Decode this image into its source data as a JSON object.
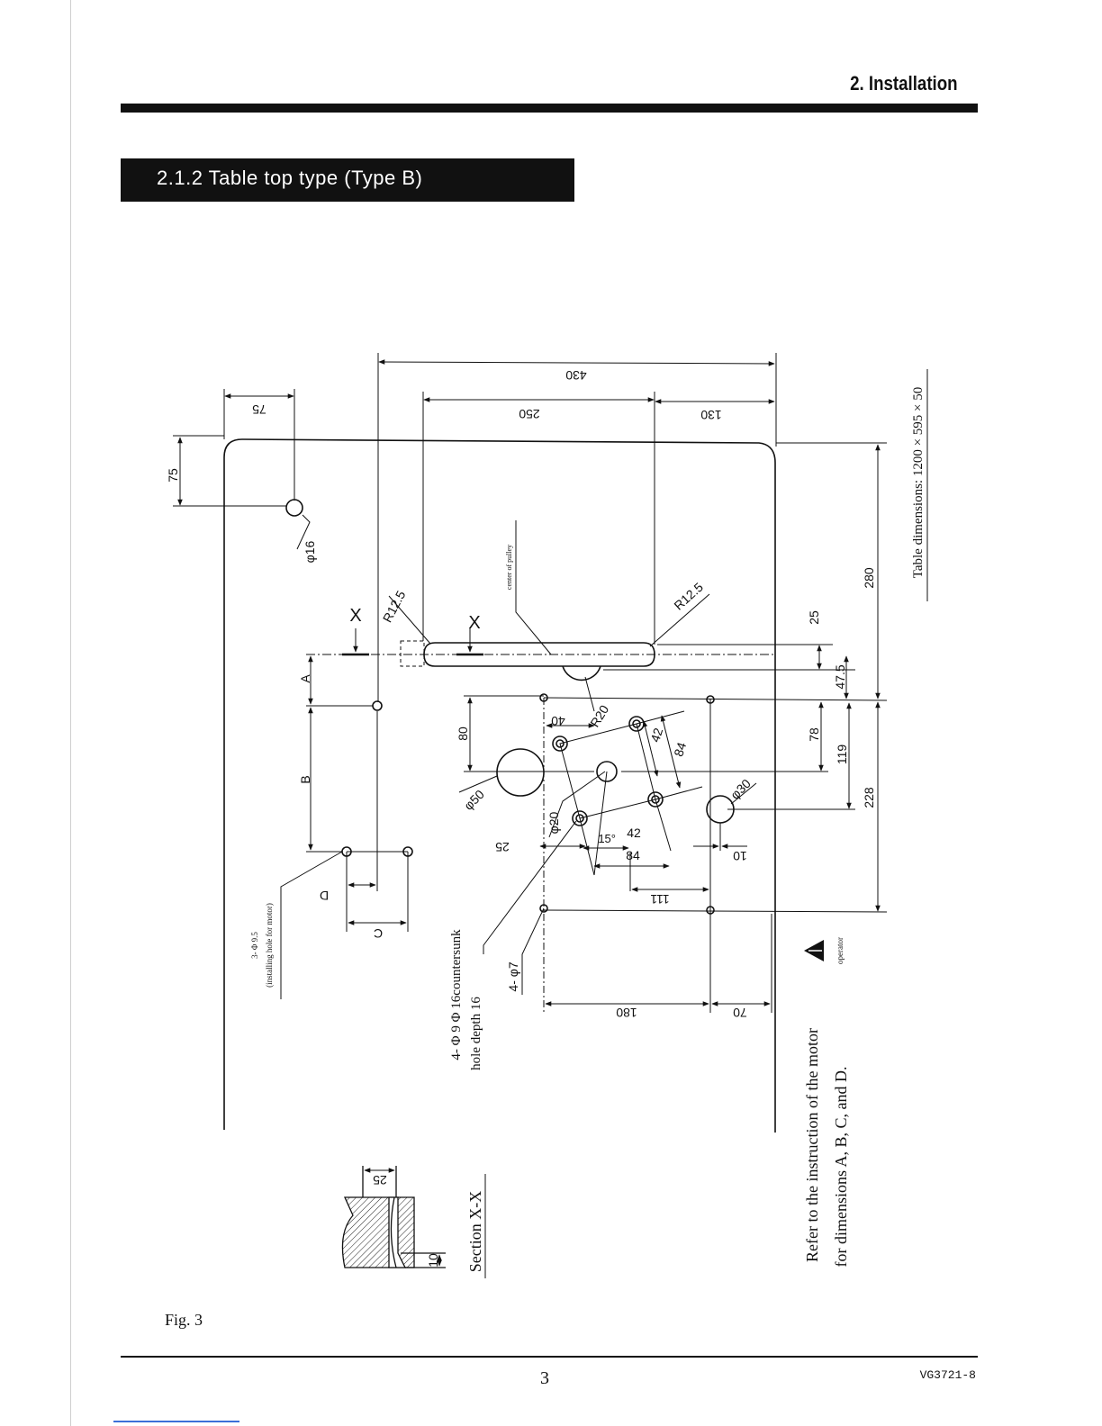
{
  "header": {
    "chapter_title": "2. Installation"
  },
  "section": {
    "title": "2.1.2 Table top type (Type B)"
  },
  "drawing": {
    "dims": {
      "d430": "430",
      "d250": "250",
      "d130": "130",
      "d75a": "75",
      "d75b": "75",
      "d280": "280",
      "d25a": "25",
      "d47_5": "47.5",
      "d78": "78",
      "d119": "119",
      "d228": "228",
      "d80": "80",
      "d40": "40",
      "d42a": "42",
      "d84a": "84",
      "d42b": "42",
      "d84b": "84",
      "d15deg": "15°",
      "d25b": "25",
      "d111": "111",
      "d10a": "10",
      "d180": "180",
      "d70": "70",
      "d25c": "25",
      "d10b": "10"
    },
    "labels": {
      "phi16": "φ16",
      "r12_5a": "R12.5",
      "r12_5b": "R12.5",
      "r20": "R20",
      "phi50": "φ50",
      "phi20": "φ20",
      "phi30": "φ30",
      "phi7": "4- φ7",
      "x_mark_1": "X",
      "x_mark_2": "X",
      "letter_a": "A",
      "letter_b": "B",
      "letter_c": "C",
      "letter_d": "D",
      "center_pulley": "center of pulley",
      "motor_hole_1": "3- Φ 9.5",
      "motor_hole_2": "(installing hole for motor)",
      "countersunk_1": "4- Φ 9 Φ 16countersunk",
      "countersunk_2": "hole depth 16",
      "section_xx": "Section X-X",
      "operator": "operator",
      "table_dims": "Table dimensions: 1200 × 595 × 50",
      "refer_1": "Refer to the instruction of the motor",
      "refer_2": "for dimensions A, B, C, and D."
    }
  },
  "figure": {
    "label": "Fig. 3"
  },
  "footer": {
    "page_number": "3",
    "doc_code": "VG3721-8"
  }
}
